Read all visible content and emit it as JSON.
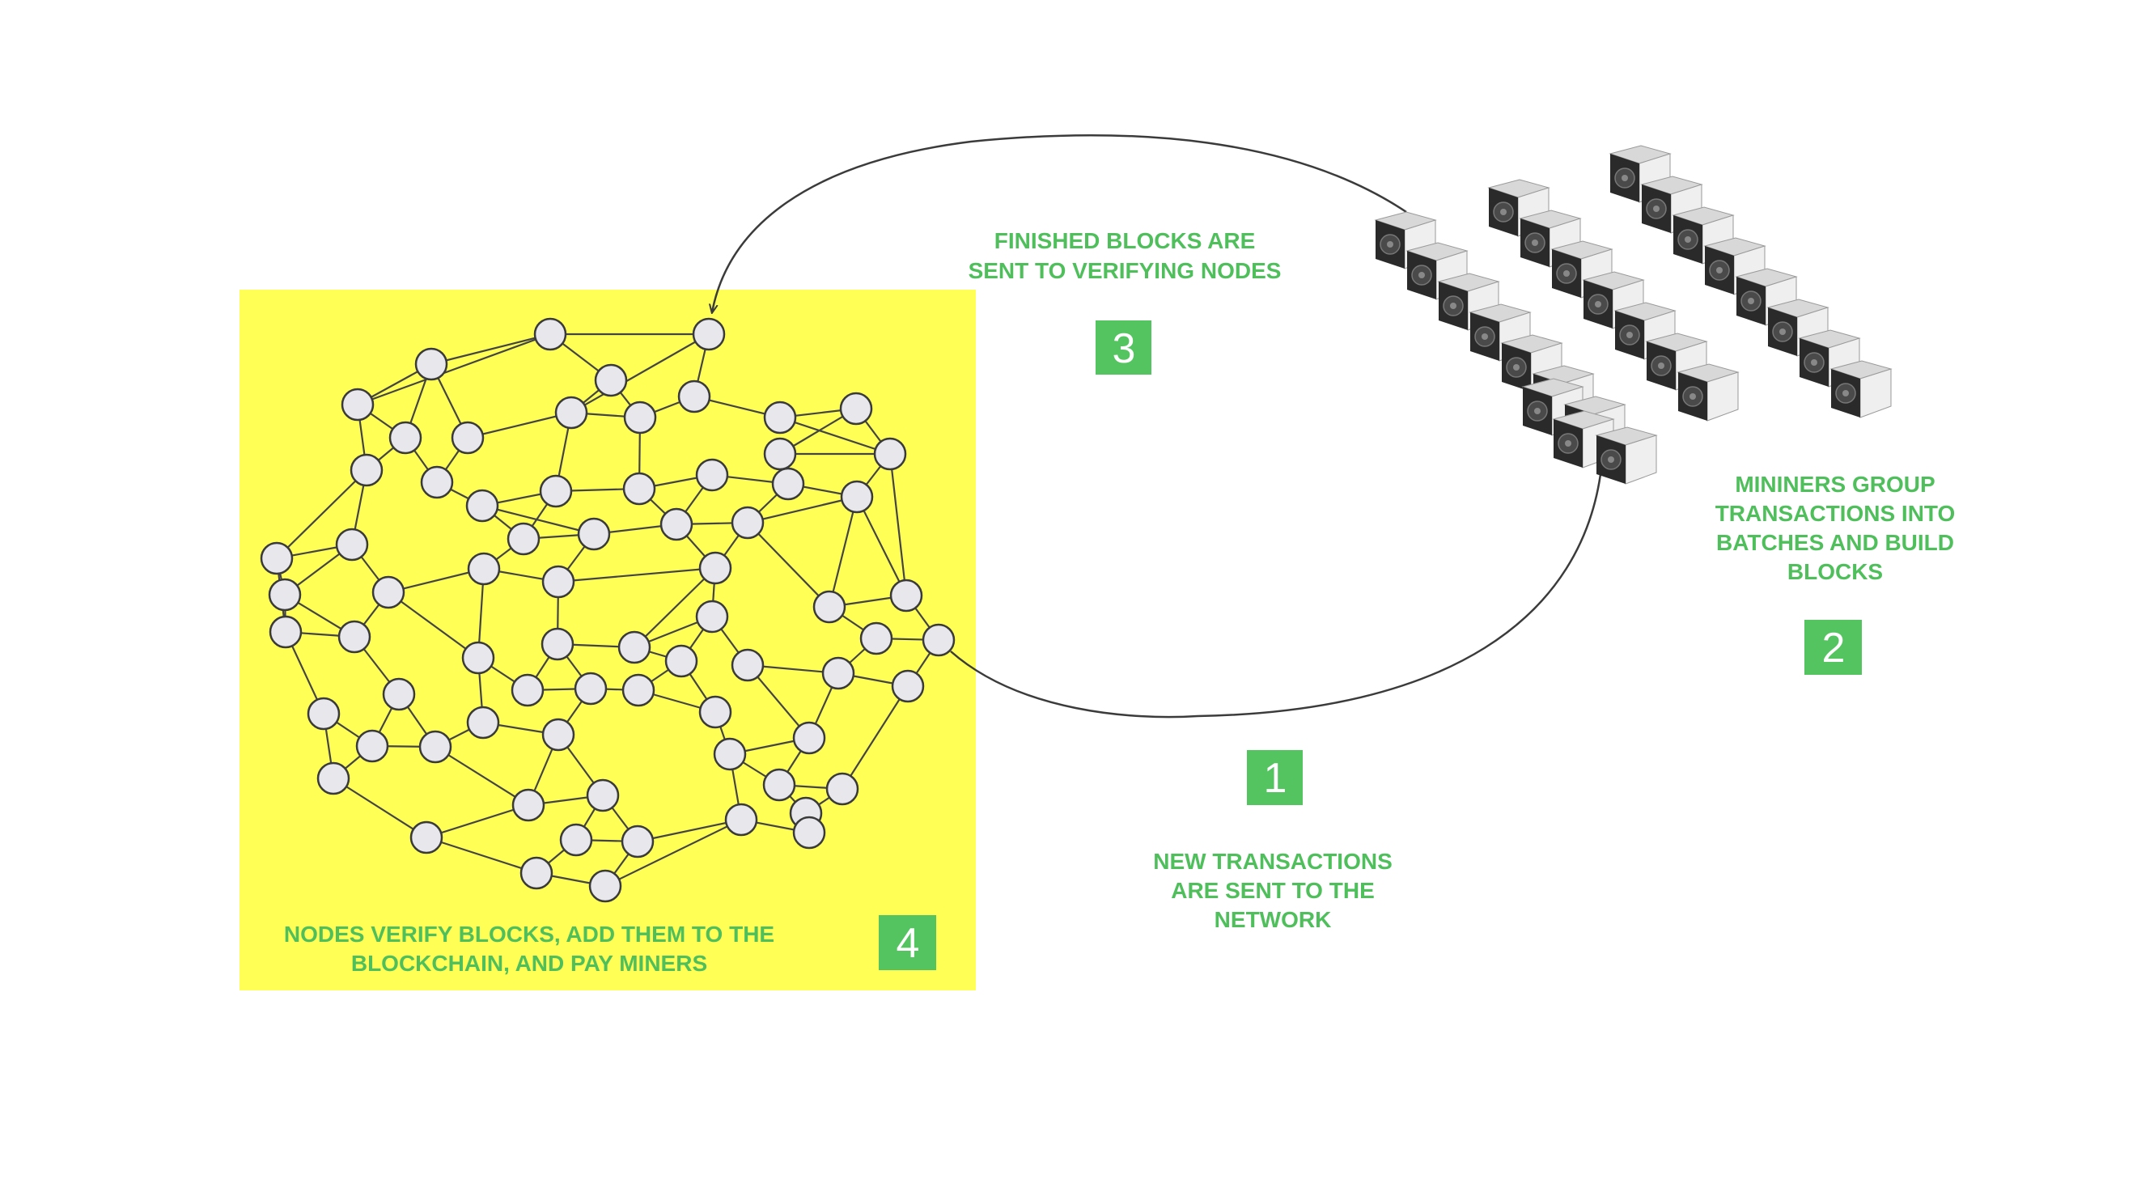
{
  "colors": {
    "background": "#ffffff",
    "label_green": "#4fbf5c",
    "badge_green": "#53c45f",
    "badge_text": "#ffffff",
    "network_panel": "#ffff55",
    "node_fill": "#e8e8ec",
    "edge_stroke": "#444444",
    "arrow_stroke": "#3b3b3b",
    "miner_body": "#2a2a2a",
    "miner_casing": "#d8d8d8"
  },
  "steps": [
    {
      "number": "1",
      "text_lines": [
        "NEW TRANSACTIONS",
        "ARE SENT TO THE",
        "NETWORK"
      ]
    },
    {
      "number": "2",
      "text_lines": [
        "MININERS GROUP",
        "TRANSACTIONS INTO",
        "BATCHES AND BUILD",
        "BLOCKS"
      ]
    },
    {
      "number": "3",
      "text_lines": [
        "FINISHED BLOCKS ARE",
        "SENT TO VERIFYING NODES"
      ]
    },
    {
      "number": "4",
      "text_lines": [
        "NODES VERIFY BLOCKS, ADD THEM TO THE",
        "BLOCKCHAIN, AND PAY MINERS"
      ]
    }
  ],
  "icons": {
    "node": "network-node-icon",
    "miner": "asic-miner-icon",
    "arrow": "arrowhead-icon"
  }
}
